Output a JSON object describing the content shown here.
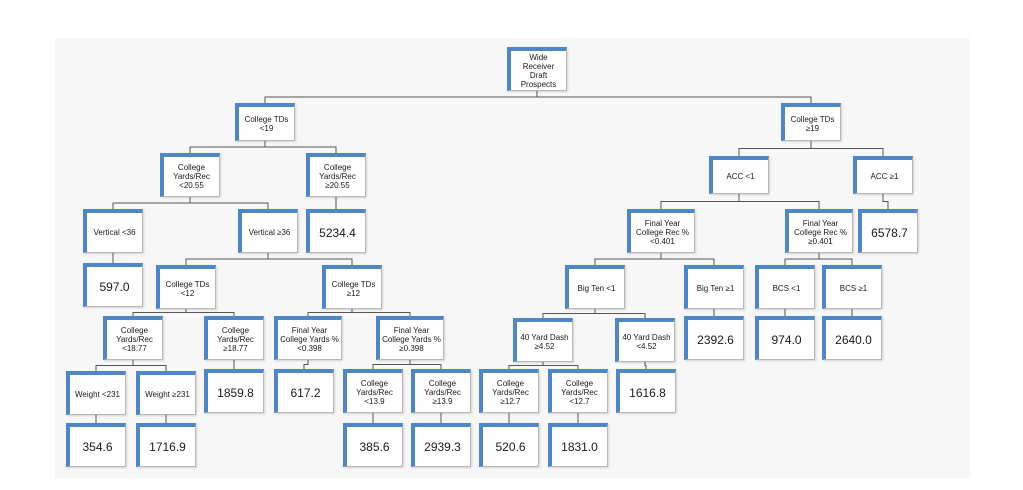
{
  "nodes": {
    "root": "Wide Receiver Draft Prospects",
    "n_td_lt19": "College TDs <19",
    "n_td_ge19": "College TDs ≥19",
    "n_ypr_lt2055": "College Yards/Rec <20.55",
    "n_ypr_ge2055": "College Yards/Rec ≥20.55",
    "n_acc_lt1": "ACC <1",
    "n_acc_ge1": "ACC ≥1",
    "n_vert_lt36": "Vertical <36",
    "n_vert_ge36": "Vertical ≥36",
    "l_5234": "5234.4",
    "n_fyr_lt0401": "Final Year College Rec % <0.401",
    "n_fyr_ge0401": "Final Year College Rec % ≥0.401",
    "l_6578": "6578.7",
    "l_597": "597.0",
    "n_td_lt12": "College TDs <12",
    "n_td_ge12": "College TDs ≥12",
    "n_bigten_lt1": "Big Ten <1",
    "n_bigten_ge1": "Big Ten ≥1",
    "n_bcs_lt1": "BCS <1",
    "n_bcs_ge1": "BCS ≥1",
    "n_ypr_lt1877": "College Yards/Rec <18.77",
    "n_ypr_ge1877": "College Yards/Rec ≥18.77",
    "n_fyy_lt0398": "Final Year College Yards % <0.398",
    "n_fyy_ge0398": "Final Year College Yards % ≥0.398",
    "n_40_ge452": "40 Yard Dash ≥4.52",
    "n_40_lt452": "40 Yard Dash <4.52",
    "l_2392": "2392.6",
    "l_974": "974.0",
    "l_2640": "2640.0",
    "n_wt_lt231": "Weight <231",
    "n_wt_ge231": "Weight ≥231",
    "l_1859": "1859.8",
    "l_617": "617.2",
    "n_ypr_lt139": "College Yards/Rec <13.9",
    "n_ypr_ge139": "College Yards/Rec ≥13.9",
    "n_ypr_ge127": "College Yards/Rec ≥12.7",
    "n_ypr_lt127": "College Yards/Rec <12.7",
    "l_1616": "1616.8",
    "l_354": "354.6",
    "l_1716": "1716.9",
    "l_385": "385.6",
    "l_2939": "2939.3",
    "l_520": "520.6",
    "l_1831": "1831.0"
  },
  "colors": {
    "accent": "#4f86c6",
    "line": "#555555",
    "background": "#f7f7f7"
  }
}
